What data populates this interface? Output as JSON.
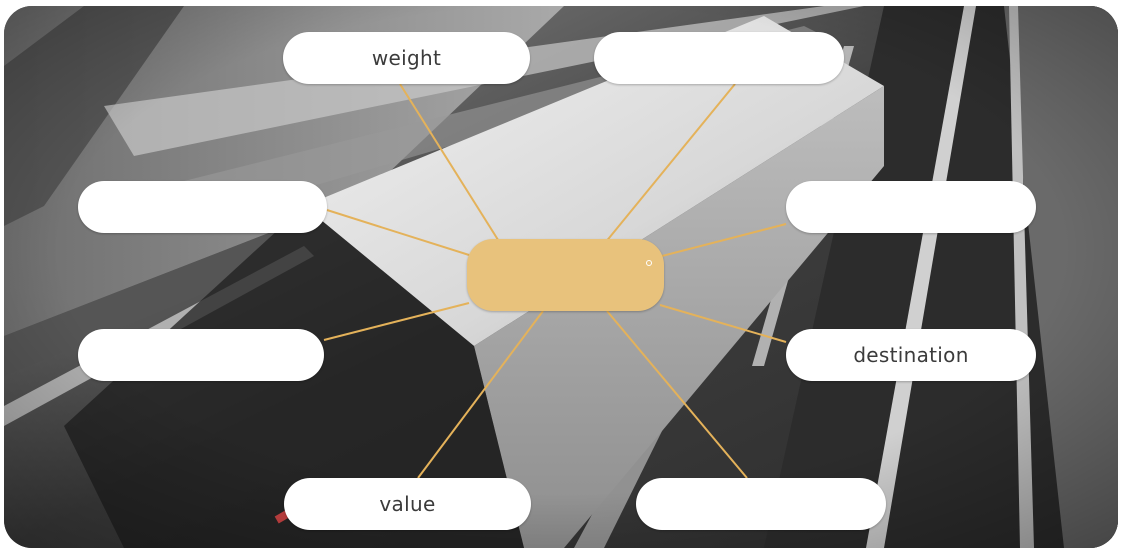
{
  "diagram": {
    "center_label": "",
    "line_color": "#e4b25a",
    "center_color": "#e8c27c",
    "nodes": [
      {
        "id": "top-left",
        "label": "weight"
      },
      {
        "id": "top-right",
        "label": ""
      },
      {
        "id": "upper-left",
        "label": ""
      },
      {
        "id": "upper-right",
        "label": ""
      },
      {
        "id": "lower-left",
        "label": ""
      },
      {
        "id": "lower-right",
        "label": "destination"
      },
      {
        "id": "bottom-left",
        "label": "value"
      },
      {
        "id": "bottom-right",
        "label": ""
      }
    ]
  }
}
